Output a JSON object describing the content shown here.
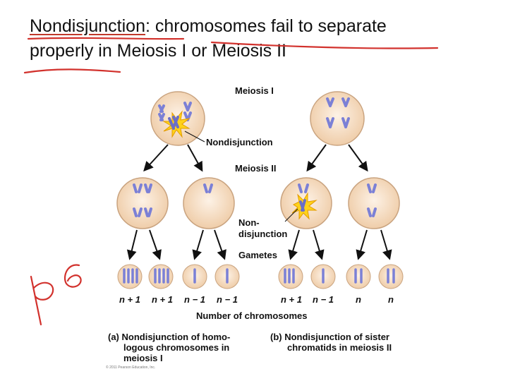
{
  "slide": {
    "title_term": "Nondisjunction",
    "title_rest": ": chromosomes fail to separate",
    "title_line2": "properly in Meiosis I or Meiosis II"
  },
  "figure": {
    "meiosis1_label": "Meiosis I",
    "meiosis2_label": "Meiosis II",
    "nondisjunction_label": "Nondisjunction",
    "nondisjunction_label_b_line1": "Non-",
    "nondisjunction_label_b_line2": "disjunction",
    "gametes_label": "Gametes",
    "gamete_counts": [
      "n + 1",
      "n + 1",
      "n − 1",
      "n − 1",
      "n + 1",
      "n − 1",
      "n",
      "n"
    ],
    "axis_label": "Number of chromosomes",
    "caption_a": [
      "(a) Nondisjunction of homo-",
      "logous chromosomes in",
      "meiosis I"
    ],
    "caption_b": [
      "(b) Nondisjunction of sister",
      "chromatids in meiosis II"
    ],
    "copyright": "© 2011 Pearson Education, Inc."
  },
  "colors": {
    "cell_fill": "#f6dcc3",
    "cell_stroke": "#c9a37f",
    "chromosome": "#7b80d6",
    "burst": "#ffd21a",
    "pen_red": "#d2322d"
  }
}
